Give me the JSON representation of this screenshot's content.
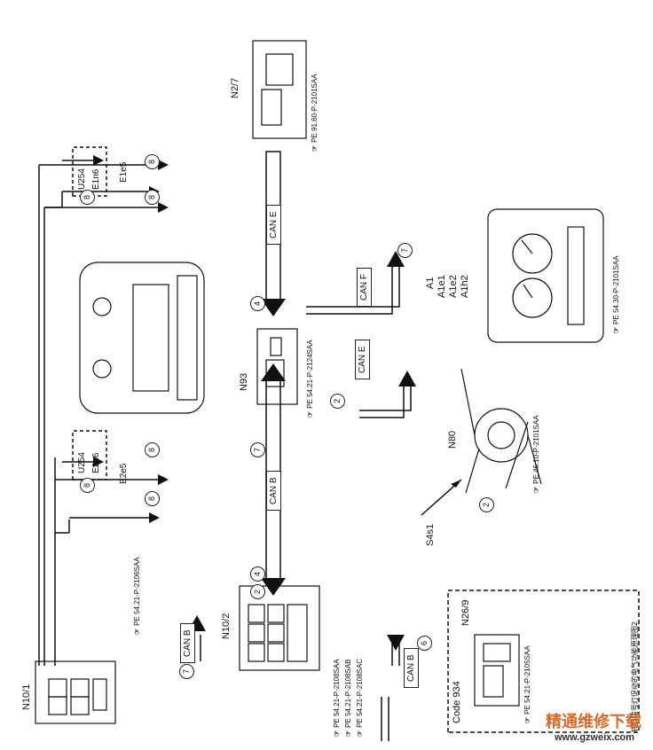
{
  "components": {
    "n10_1": {
      "label": "N10/1",
      "pe": "PE 54.21-P-2106SAA"
    },
    "n10_2": {
      "label": "N10/2",
      "pe": [
        "PE 54.21-P-2108SAA",
        "PE 54.21-P-2108SAB",
        "PE 54.21-P-2108SAC"
      ]
    },
    "n26_9": {
      "label": "N26/9",
      "pe": "PE 54.21-P-2105SAA",
      "code": "Code 934"
    },
    "n93": {
      "label": "N93",
      "pe": "PE 54.21-P-2124SAA"
    },
    "n80": {
      "label": "N80",
      "pe": "PE 46.10-P-2101SAA"
    },
    "s4s1": {
      "label": "S4s1"
    },
    "n2_7": {
      "label": "N2/7",
      "pe": "PE 91.60-P-2101SAA"
    },
    "a1": {
      "labels": [
        "A1",
        "A1e1",
        "A1e2",
        "A1h2"
      ],
      "pe": "PE 54.30-P-2101SAA"
    },
    "left_lamps": {
      "u254": "U254",
      "e2n6": "E2n6",
      "e2e5": "E2e5"
    },
    "right_lamps": {
      "u254": "U254",
      "e1n6": "E1n6",
      "e1e5": "E1e5"
    }
  },
  "buses": {
    "can_b_1": "CAN B",
    "can_b_2": "CAN B",
    "can_b_main": "CAN B",
    "can_e_main": "CAN E",
    "can_e_n80": "CAN E",
    "can_f": "CAN F"
  },
  "markers": {
    "m7_n101": "7",
    "m6_n269": "6",
    "m2_n102": "2",
    "m4_n102": "4",
    "m7_canb": "7",
    "m2_n93": "2",
    "m4_cane": "4",
    "m7_a1": "7",
    "m2_s4s1": "2",
    "m8_a": "8",
    "m8_b": "8",
    "m8_c": "8",
    "m8_d": "8",
    "m8_e": "8",
    "m8_f": "8"
  },
  "caption": "转向信号灯促动的电气功能原理图2",
  "watermark": {
    "title": "精通维修下载",
    "url": "www.gzweix.com"
  },
  "colors": {
    "ink": "#111111",
    "watermark": "#d96b2a"
  }
}
